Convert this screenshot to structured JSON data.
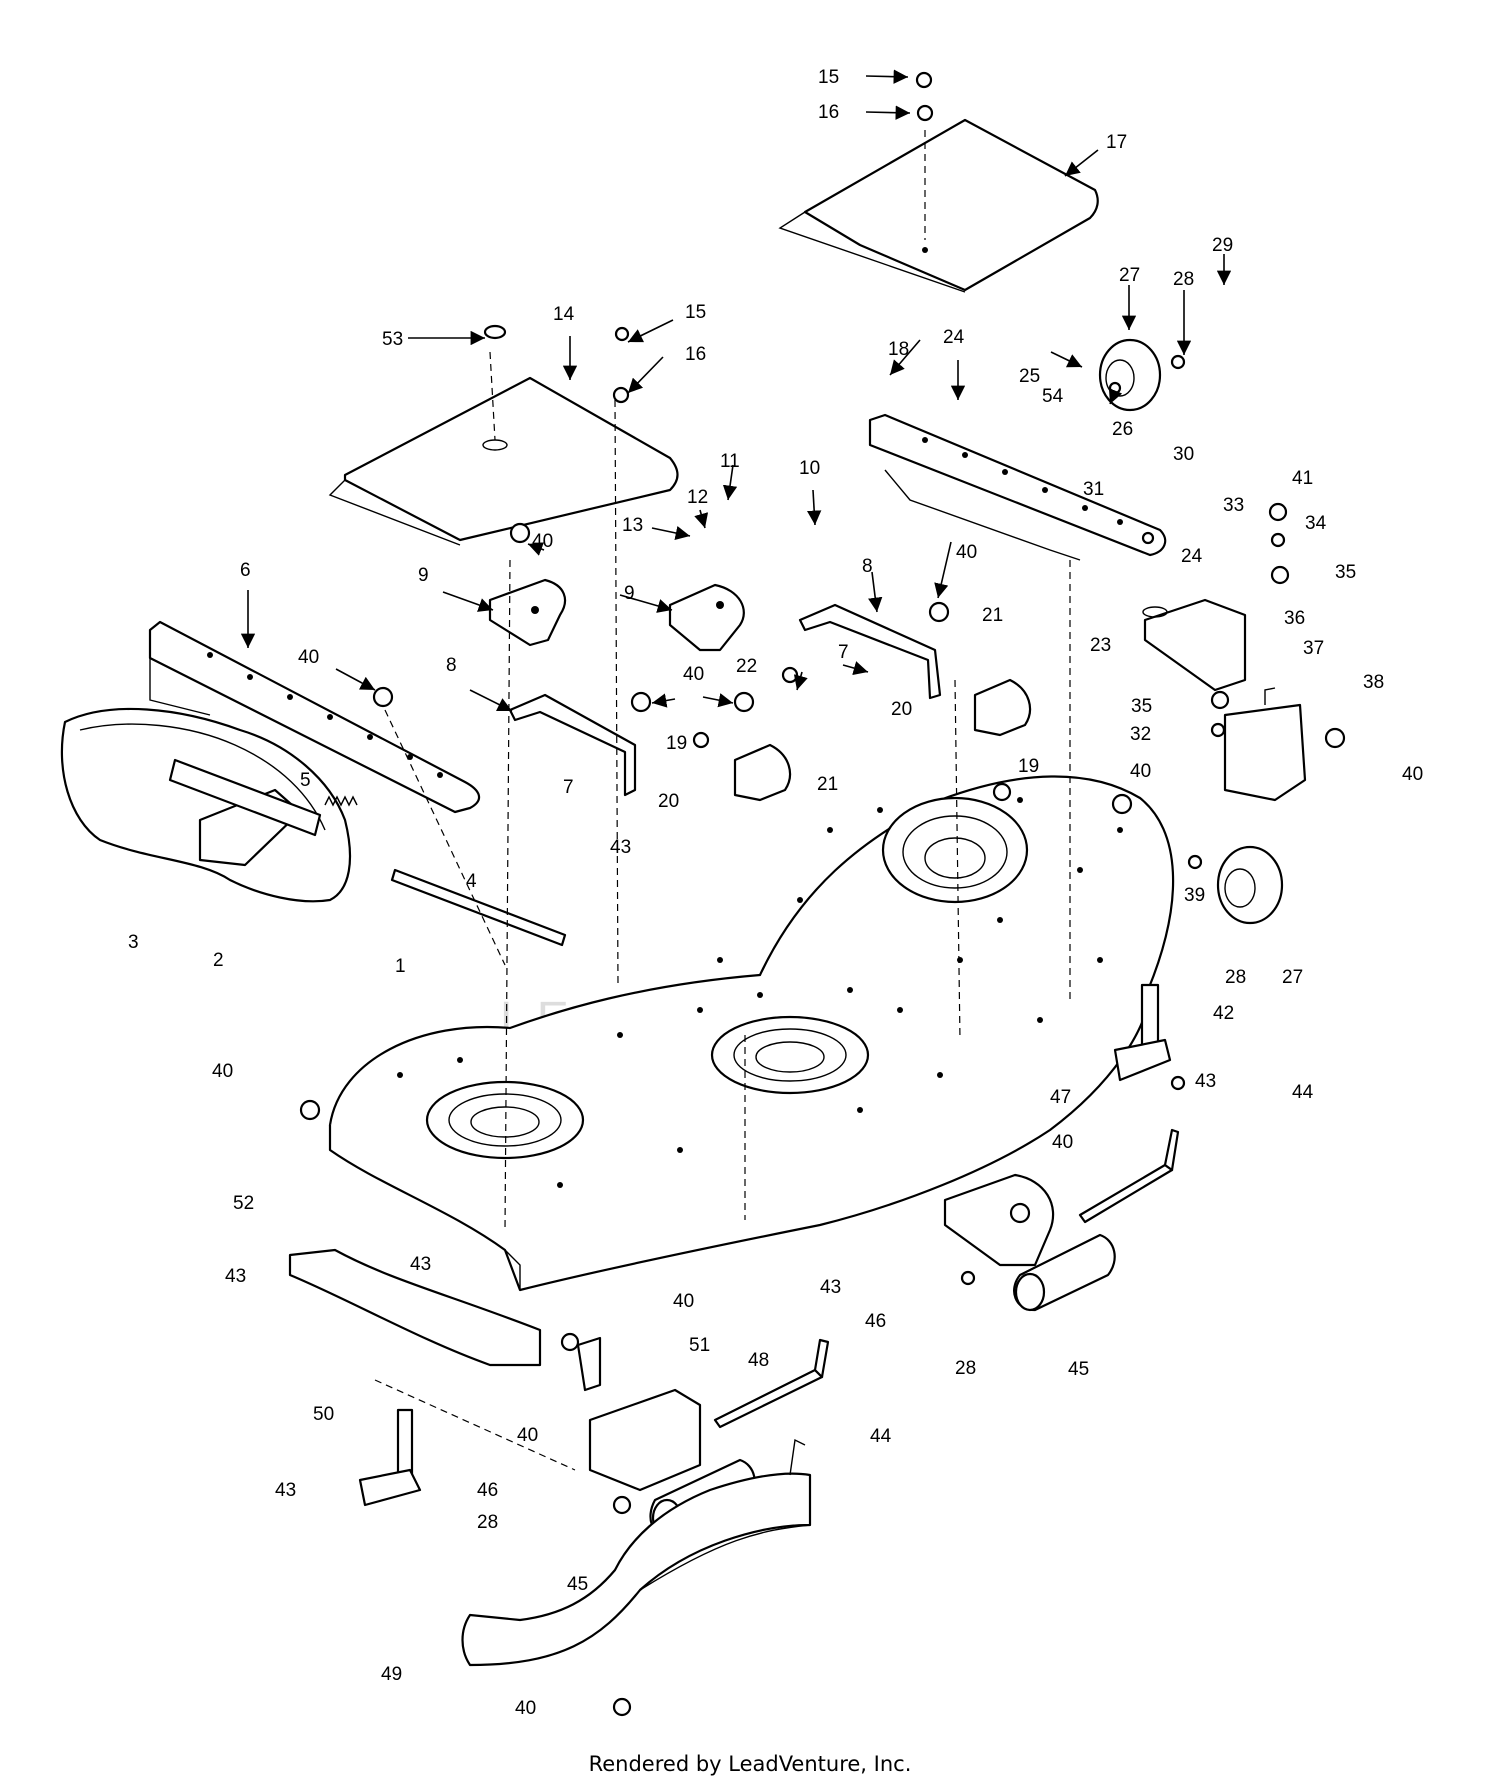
{
  "diagram": {
    "watermark": "LEADVENTURE",
    "callouts": [
      "1",
      "2",
      "3",
      "4",
      "5",
      "6",
      "7",
      "8",
      "9",
      "10",
      "11",
      "12",
      "13",
      "14",
      "15",
      "16",
      "17",
      "18",
      "19",
      "20",
      "21",
      "22",
      "23",
      "24",
      "25",
      "26",
      "27",
      "28",
      "29",
      "30",
      "31",
      "32",
      "33",
      "34",
      "35",
      "36",
      "37",
      "38",
      "39",
      "40",
      "41",
      "42",
      "43",
      "44",
      "45",
      "46",
      "47",
      "48",
      "49",
      "50",
      "51",
      "52",
      "53",
      "54"
    ]
  },
  "footer": {
    "credit": "Rendered by LeadVenture, Inc."
  }
}
